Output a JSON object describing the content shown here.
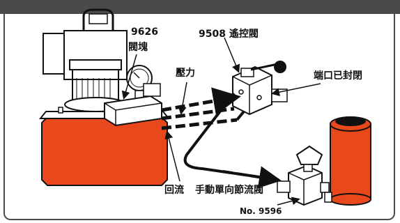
{
  "labels": {
    "block_number": "9626",
    "block_name": "閥塊",
    "control_valve": "9508 遙控閥",
    "pressure": "壓力",
    "port_sealed": "端口已封閉",
    "return_flow": "回流",
    "check_valve": "手動單向節流閥",
    "part_number": "No. 9596"
  },
  "colors": {
    "frame": "#4a4a4a",
    "reservoir": "#e8481c",
    "line": "#111111"
  }
}
